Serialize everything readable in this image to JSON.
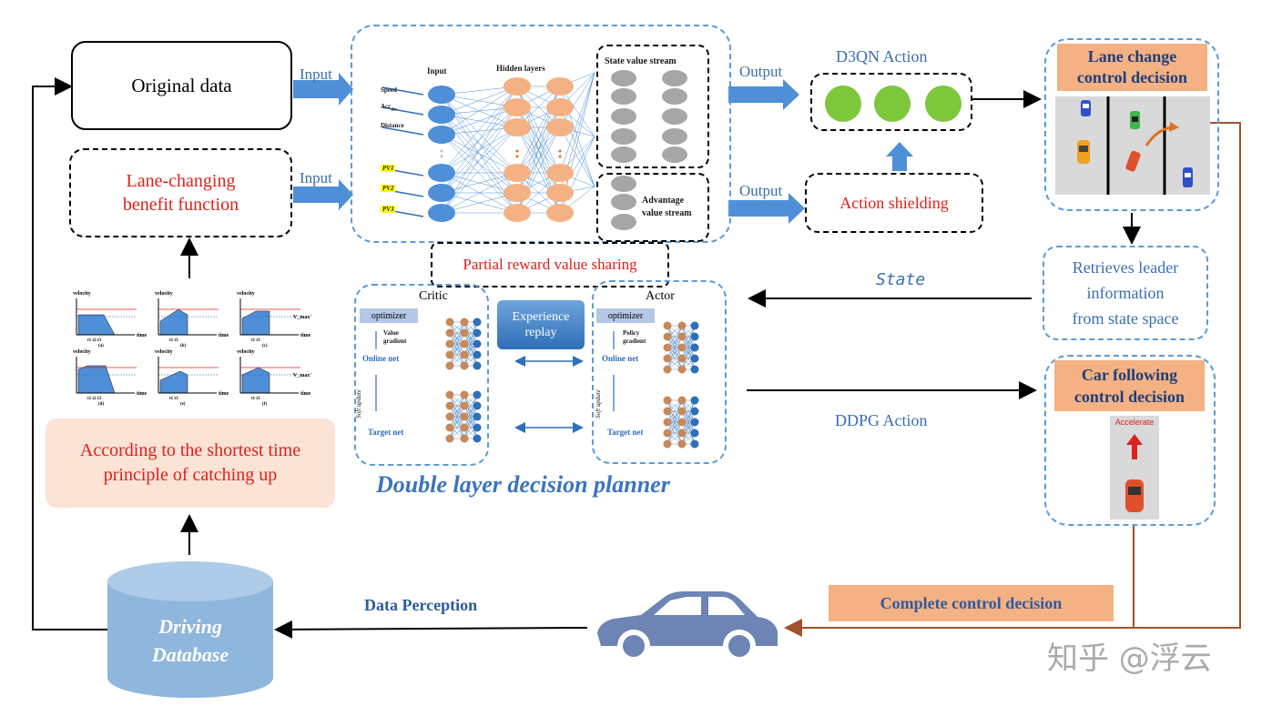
{
  "left": {
    "original_data": "Original data",
    "benefit_function": "Lane-changing\nbenefit function",
    "shortest_time": "According to the shortest time\nprinciple of catching up",
    "driving_database": "Driving\nDatabase",
    "velocity_charts": {
      "y_label": "velocity",
      "x_label": "time",
      "vmax_label": "V_max'",
      "panel_letters": [
        "(a)",
        "(b)",
        "(c)",
        "(d)",
        "(e)",
        "(f)"
      ],
      "ticks_a": "t1  t2  t3",
      "ticks_b": "t1  t3",
      "ticks_c": "t1  t3",
      "ticks_d": "t1  t2  t3",
      "ticks_e": "t1  t3",
      "ticks_f": "t1  t3"
    }
  },
  "arrows": {
    "input_top": "Input",
    "input_bottom": "Input",
    "output_top": "Output",
    "output_bottom": "Output",
    "state": "State",
    "ddpg_action": "DDPG Action",
    "data_perception": "Data Perception",
    "d3qn_action": "D3QN Action"
  },
  "network": {
    "input_title": "Input",
    "hidden_title": "Hidden layers",
    "inputs": [
      "Speed",
      "Acc",
      "Distance",
      "PV1",
      "PV2",
      "PV3"
    ],
    "acc_subscript": "des",
    "state_stream": "State value stream",
    "advantage_stream": "Advantage\nvalue stream",
    "partial_reward": "Partial reward value sharing"
  },
  "ddpg": {
    "critic": "Critic",
    "actor": "Actor",
    "optimizer": "optimizer",
    "value_gradient": "Value\ngradient",
    "policy_gradient": "Policy\ngradient",
    "online_net": "Online net",
    "soft_update": "Soft update",
    "target_net": "Target net",
    "experience_replay": "Experience\nreplay",
    "planner_title": "Double layer decision planner"
  },
  "right": {
    "action_shielding": "Action shielding",
    "lane_change_title": "Lane change\ncontrol decision",
    "retrieves": "Retrieves leader\ninformation\nfrom state space",
    "car_following_title": "Car following\ncontrol decision",
    "accelerate": "Accelerate",
    "complete_decision": "Complete control decision"
  },
  "watermark": "知乎 @浮云",
  "colors": {
    "accent_blue": "#5b9bd5",
    "neuron_blue": "#4f8fd8",
    "neuron_orange": "#f4b183",
    "neuron_gray": "#a6a6a6",
    "action_green": "#7cc83a",
    "red_text": "#e0201a",
    "brown_line": "#a0522d",
    "car_color": "#6d84b4",
    "database_color": "#8fb6dc"
  }
}
